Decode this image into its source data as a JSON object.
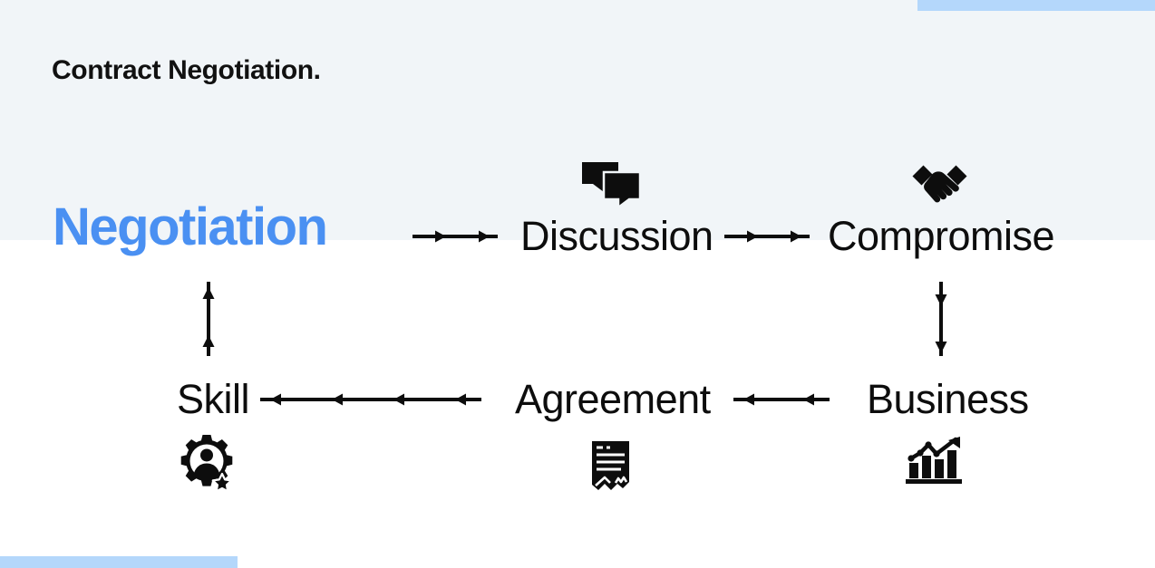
{
  "slide": {
    "title_prefix": "Contract ",
    "title_highlight": "Negotiation.",
    "background_top_color": "#f1f5f8",
    "background_bottom_color": "#ffffff",
    "accent_color": "#4a90f2",
    "highlight_color": "#b4d7fb",
    "text_color": "#0d0d0d"
  },
  "decorations": {
    "top_right_bar_color": "#b4d7fb",
    "bottom_left_bar_color": "#b4d7fb"
  },
  "nodes": [
    {
      "id": "negotiation",
      "label": "Negotiation",
      "accent": true,
      "icon": null
    },
    {
      "id": "discussion",
      "label": "Discussion",
      "accent": false,
      "icon": "chat-bubbles-icon"
    },
    {
      "id": "compromise",
      "label": "Compromise",
      "accent": false,
      "icon": "handshake-icon"
    },
    {
      "id": "skill",
      "label": "Skill",
      "accent": false,
      "icon": "gear-person-star-icon"
    },
    {
      "id": "agreement",
      "label": "Agreement",
      "accent": false,
      "icon": "contract-document-icon"
    },
    {
      "id": "business",
      "label": "Business",
      "accent": false,
      "icon": "bar-chart-growth-icon"
    }
  ],
  "connectors": [
    {
      "id": "negotiation-to-discussion",
      "from": "Negotiation",
      "to": "Discussion",
      "direction": "right",
      "heads": 2
    },
    {
      "id": "discussion-to-compromise",
      "from": "Discussion",
      "to": "Compromise",
      "direction": "right",
      "heads": 2
    },
    {
      "id": "agreement-to-skill",
      "from": "Agreement",
      "to": "Skill",
      "direction": "left",
      "heads": 4
    },
    {
      "id": "business-to-agreement",
      "from": "Business",
      "to": "Agreement",
      "direction": "left",
      "heads": 2
    },
    {
      "id": "skill-to-negotiation",
      "from": "Skill",
      "to": "Negotiation",
      "direction": "up",
      "heads": 2
    },
    {
      "id": "compromise-to-business",
      "from": "Compromise",
      "to": "Business",
      "direction": "down",
      "heads": 2
    }
  ]
}
